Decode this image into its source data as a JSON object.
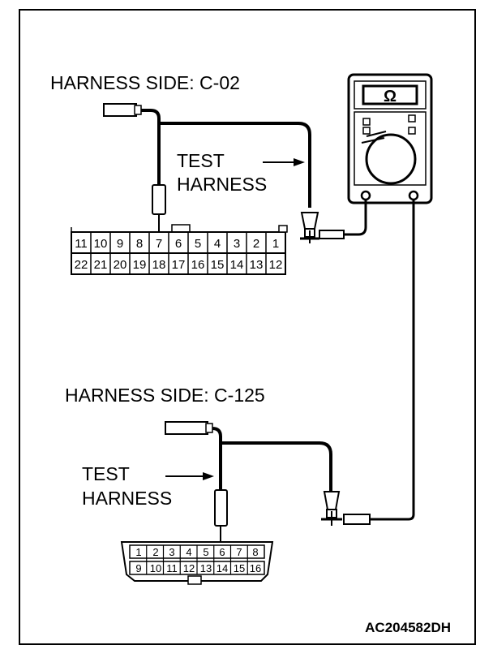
{
  "top": {
    "harness_label": "HARNESS SIDE: C-02",
    "test_label_1": "TEST",
    "test_label_2": "HARNESS",
    "row1": [
      "11",
      "10",
      "9",
      "8",
      "7",
      "6",
      "5",
      "4",
      "3",
      "2",
      "1"
    ],
    "row2": [
      "22",
      "21",
      "20",
      "19",
      "18",
      "17",
      "16",
      "15",
      "14",
      "13",
      "12"
    ]
  },
  "bottom": {
    "harness_label": "HARNESS SIDE: C-125",
    "test_label_1": "TEST",
    "test_label_2": "HARNESS",
    "row1": [
      "1",
      "2",
      "3",
      "4",
      "5",
      "6",
      "7",
      "8"
    ],
    "row2": [
      "9",
      "10",
      "11",
      "12",
      "13",
      "14",
      "15",
      "16"
    ]
  },
  "meter": {
    "symbol": "Ω"
  },
  "figure_code": "AC204582DH"
}
